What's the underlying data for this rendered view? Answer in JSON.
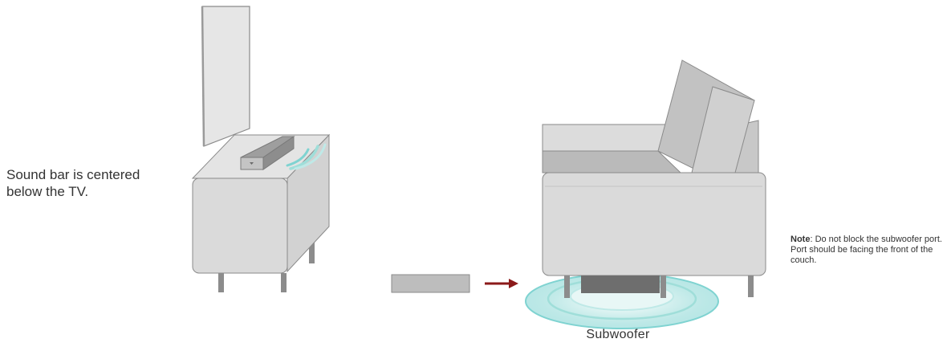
{
  "captions": {
    "soundbar_line1": "Sound bar is centered",
    "soundbar_line2": "below the TV.",
    "subwoofer": "Subwoofer"
  },
  "note": {
    "label": "Note",
    "text": ": Do not block the subwoofer port. Port should be facing the front of the couch."
  },
  "colors": {
    "furniture": "#dcdcdc",
    "furniture_dark": "#b8b8b8",
    "outline": "#8a8a8a",
    "legs": "#8c8c8c",
    "subwoofer": "#6e6e6e",
    "sound_waves": "#7fd3d1",
    "arrow": "#8b1a1a"
  }
}
